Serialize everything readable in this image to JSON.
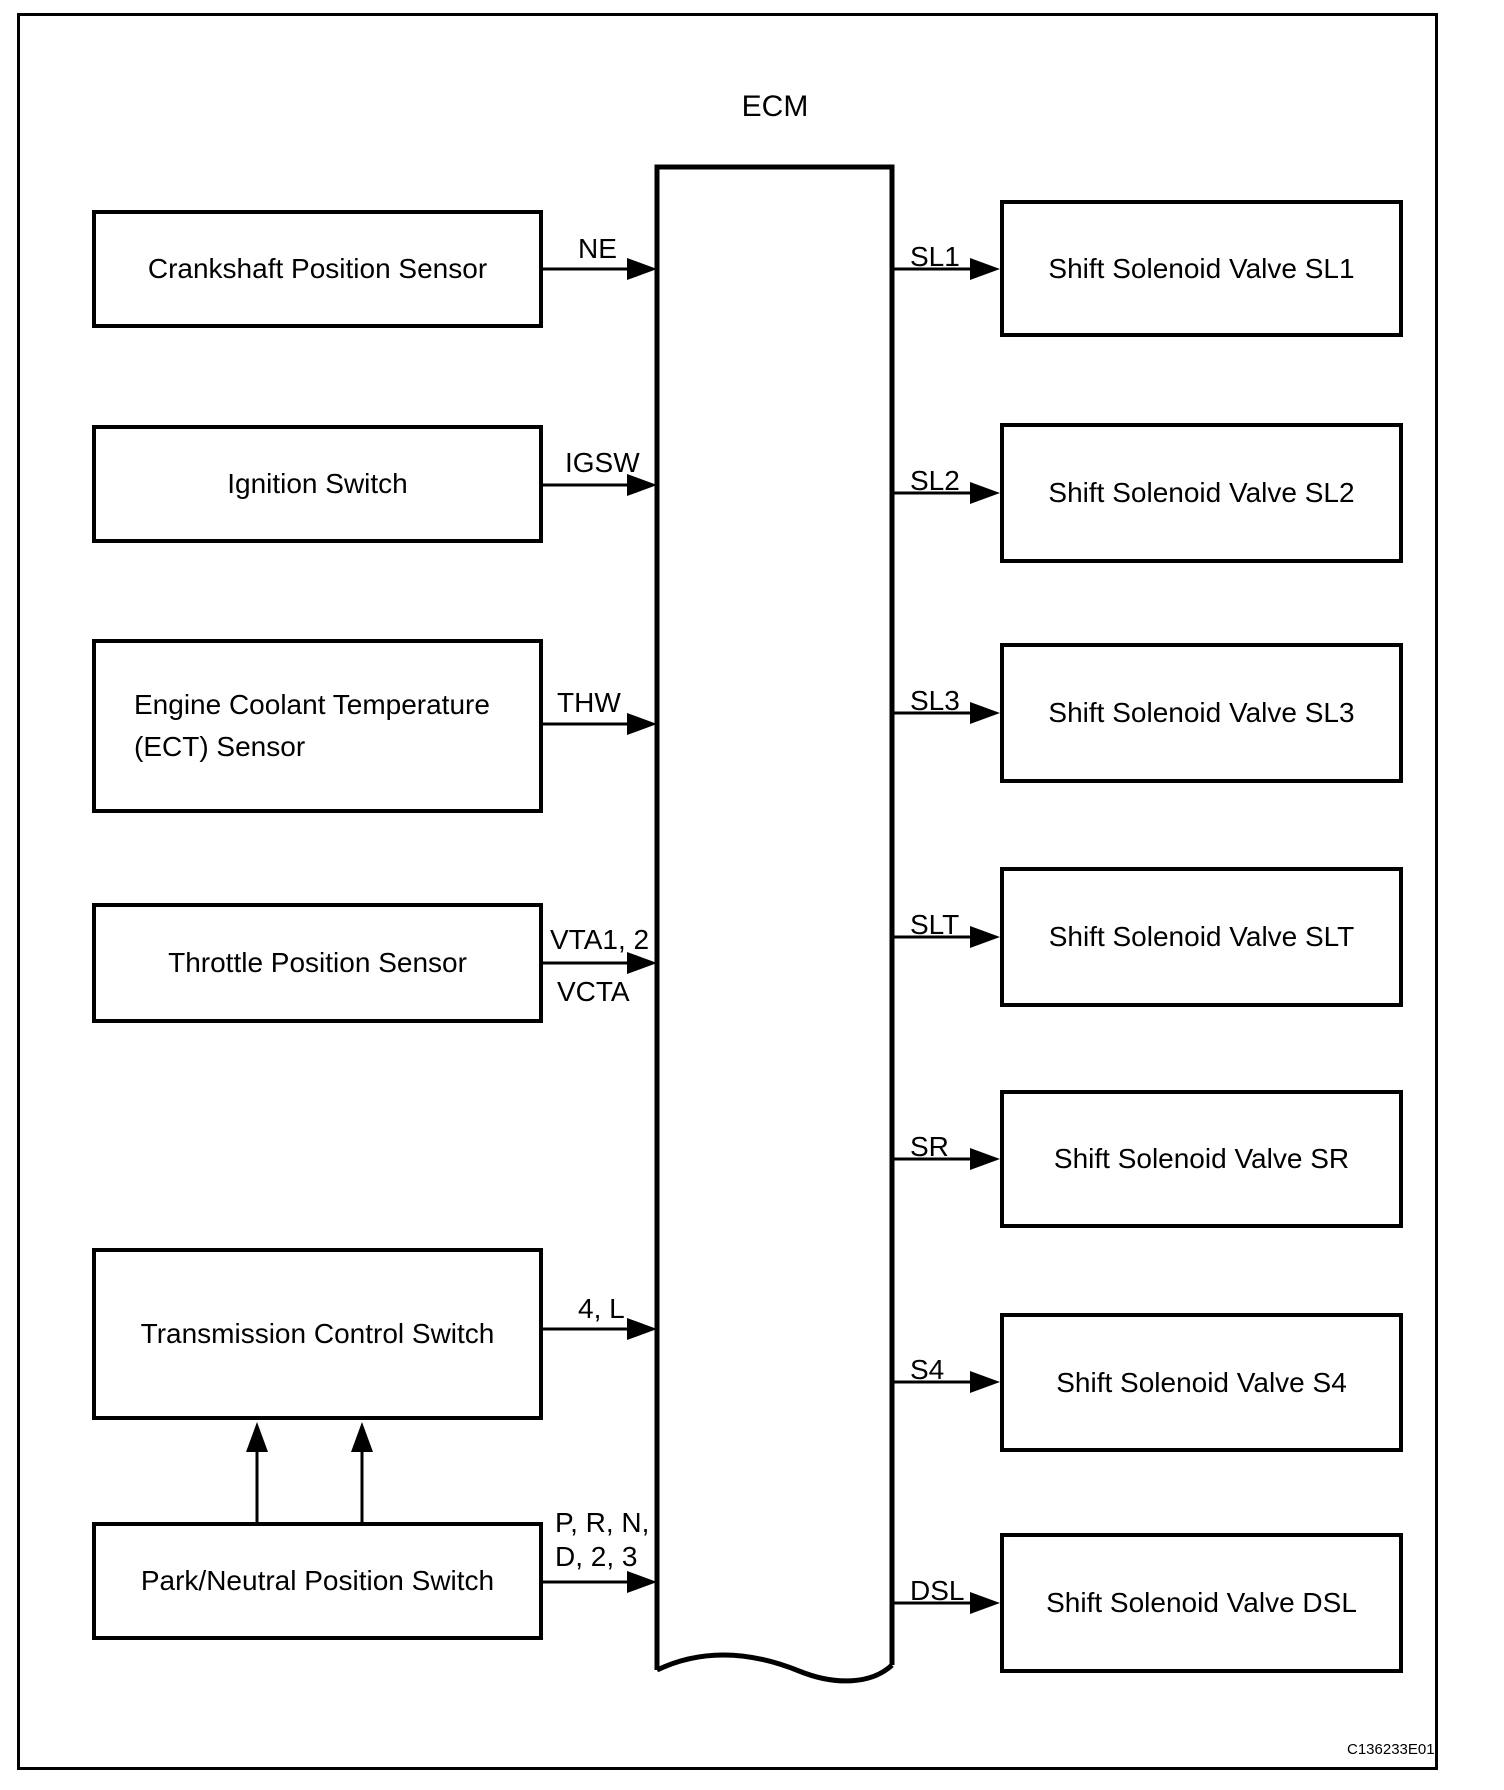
{
  "diagram": {
    "ecm_label": "ECM",
    "figure_code": "C136233E01",
    "inputs": [
      {
        "name": "Crankshaft Position Sensor",
        "signal": "NE"
      },
      {
        "name": "Ignition Switch",
        "signal": "IGSW"
      },
      {
        "name": "Engine Coolant Temperature (ECT) Sensor",
        "signal": "THW"
      },
      {
        "name": "Throttle Position Sensor",
        "signals": [
          "VTA1, 2",
          "VCTA"
        ]
      },
      {
        "name": "Transmission Control Switch",
        "signal": "4, L"
      },
      {
        "name": "Park/Neutral Position Switch",
        "signal": "P, R, N, D, 2, 3"
      }
    ],
    "outputs": [
      {
        "name": "Shift Solenoid Valve SL1",
        "signal": "SL1"
      },
      {
        "name": "Shift Solenoid Valve SL2",
        "signal": "SL2"
      },
      {
        "name": "Shift Solenoid Valve SL3",
        "signal": "SL3"
      },
      {
        "name": "Shift Solenoid Valve SLT",
        "signal": "SLT"
      },
      {
        "name": "Shift Solenoid Valve SR",
        "signal": "SR"
      },
      {
        "name": "Shift Solenoid Valve S4",
        "signal": "S4"
      },
      {
        "name": "Shift Solenoid Valve DSL",
        "signal": "DSL"
      }
    ],
    "colors": {
      "line": "#000000",
      "background": "#ffffff",
      "text": "#000000"
    }
  }
}
